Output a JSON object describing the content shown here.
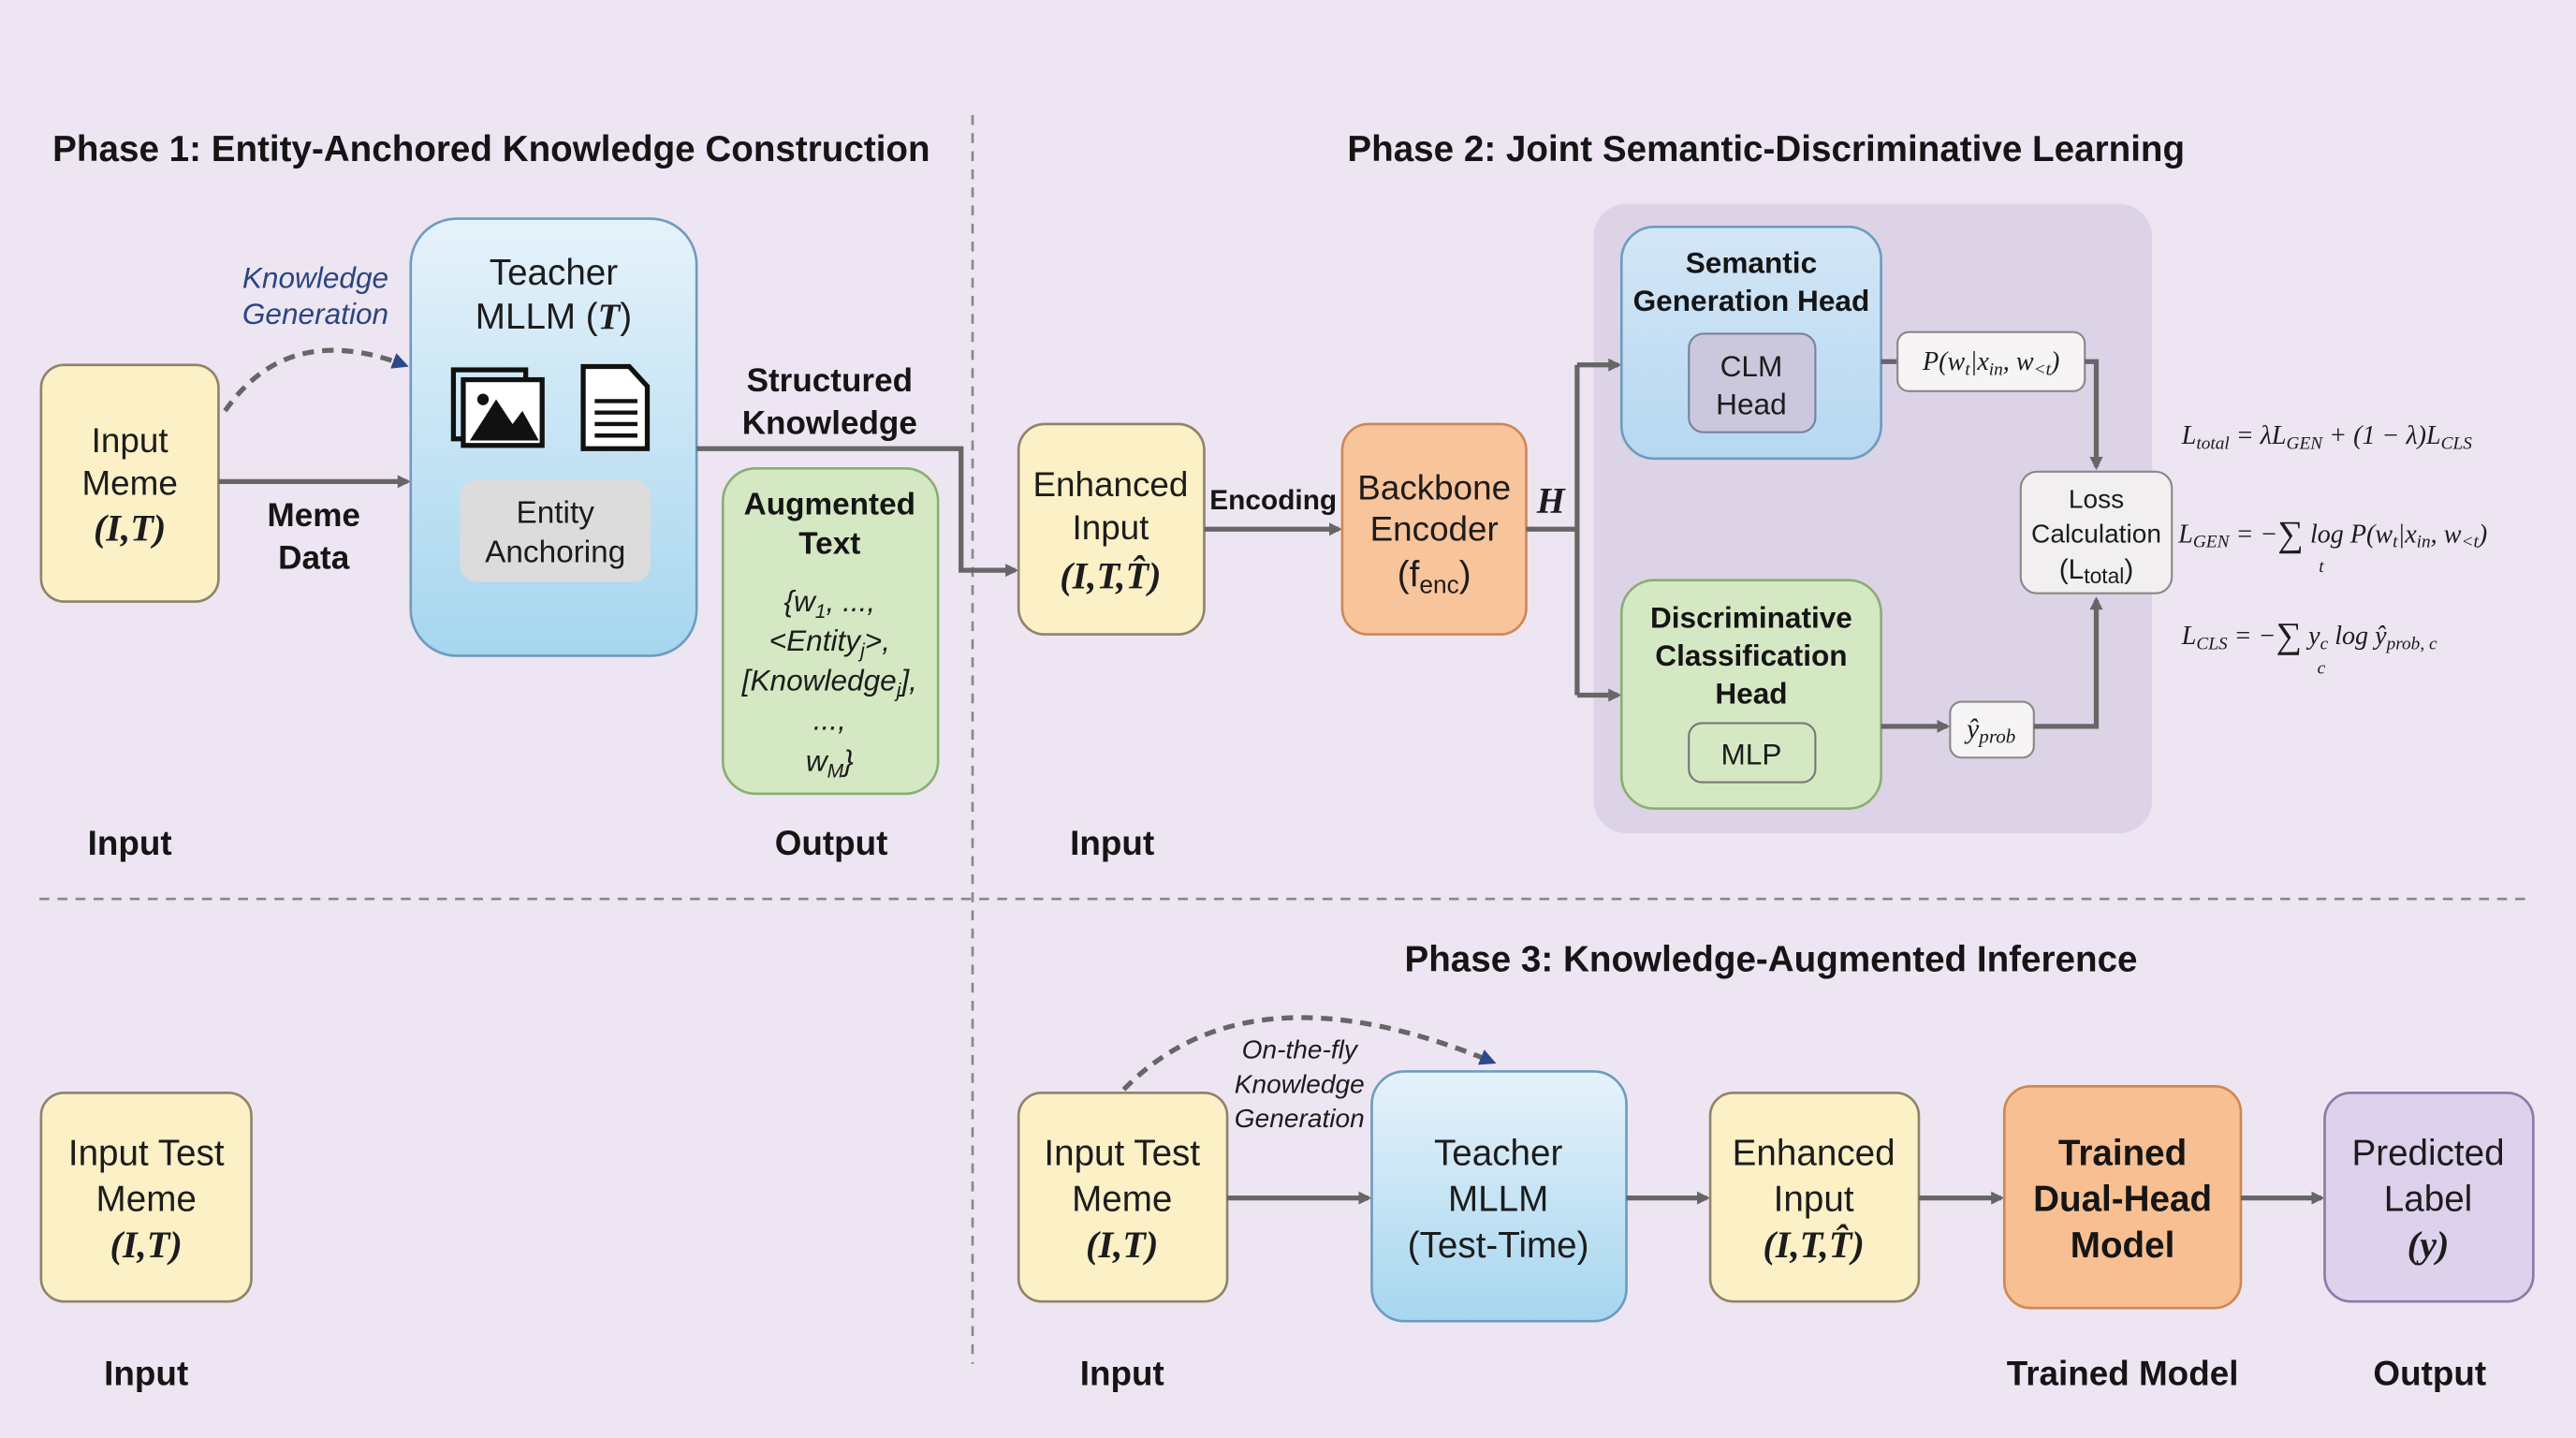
{
  "colors": {
    "background": "#ede5f1",
    "input_yellow": "#fbf0c6",
    "teacher_blue": "#b4dcf2",
    "output_green": "#d5e8c4",
    "encoder_orange": "#f8c49c",
    "label_purple": "#ddd1ec",
    "panel": "#dcd3e7",
    "dashed_arrow": "#2a4a8a"
  },
  "phase1": {
    "title": "Phase 1: Entity-Anchored Knowledge Construction",
    "input_box": {
      "l1": "Input",
      "l2": "Meme",
      "l3": "(I,T)"
    },
    "knowledge_gen": {
      "l1": "Knowledge",
      "l2": "Generation"
    },
    "meme_data": {
      "l1": "Meme",
      "l2": "Data"
    },
    "teacher": {
      "l1": "Teacher",
      "l2": "MLLM (",
      "l2m": "T",
      "l2e": ")",
      "icons": [
        "image-icon",
        "document-icon"
      ]
    },
    "entity_anchoring": {
      "l1": "Entity",
      "l2": "Anchoring"
    },
    "structured": {
      "l1": "Structured",
      "l2": "Knowledge"
    },
    "augmented": {
      "l1": "Augmented",
      "l2": "Text",
      "m1": "{w",
      "m1s": "1",
      "m1e": ", ...,",
      "m2": "<Entity",
      "m2s": "j",
      "m2e": ">,",
      "m3": "[Knowledge",
      "m3s": "j",
      "m3e": "],",
      "m4": "...,",
      "m5": "w",
      "m5s": "M",
      "m5e": "}"
    },
    "input_label": "Input",
    "output_label": "Output"
  },
  "phase2": {
    "title": "Phase 2: Joint Semantic-Discriminative Learning",
    "enhanced": {
      "l1": "Enhanced",
      "l2": "Input",
      "l3": "(I,T,T̂)"
    },
    "encoding": "Encoding",
    "backbone": {
      "l1": "Backbone",
      "l2": "Encoder",
      "l3": "(f",
      "l3s": "enc",
      "l3e": ")"
    },
    "h_label": "H",
    "semantic_head": {
      "l1": "Semantic",
      "l2": "Generation Head",
      "sub1": "CLM",
      "sub2": "Head"
    },
    "disc_head": {
      "l1": "Discriminative",
      "l2": "Classification",
      "l3": "Head",
      "sub": "MLP"
    },
    "p_box": {
      "a": "P(w",
      "as": "t",
      "b": "|x",
      "bs": "in",
      "c": ", w",
      "cs": "<t",
      "d": ")"
    },
    "yprob": {
      "a": "ŷ",
      "as": "prob"
    },
    "loss": {
      "l1": "Loss",
      "l2": "Calculation",
      "l3": "(L",
      "l3s": "total",
      "l3e": ")"
    },
    "formulas": {
      "total": {
        "a": "L",
        "as": "total",
        "b": " = λL",
        "bs": "GEN",
        "c": " + (1 − λ)L",
        "cs": "CLS"
      },
      "gen": {
        "a": "L",
        "as": "GEN",
        "b": " = −",
        "sum": "∑",
        "sum_sub": "t",
        "c": " log P(w",
        "cs": "t",
        "d": "|x",
        "ds": "in",
        "e": ", w",
        "es": "<t",
        "f": ")"
      },
      "cls": {
        "a": "L",
        "as": "CLS",
        "b": " = −",
        "sum": "∑",
        "sum_sub": "c",
        "c": " y",
        "cs": "c",
        "d": " log ŷ",
        "ds": "prob, c"
      }
    },
    "input_label": "Input"
  },
  "phase3": {
    "title": "Phase 3: Knowledge-Augmented Inference",
    "left_input": {
      "l1": "Input Test",
      "l2": "Meme",
      "l3": "(I,T)",
      "label": "Input"
    },
    "input": {
      "l1": "Input Test",
      "l2": "Meme",
      "l3": "(I,T)",
      "label": "Input"
    },
    "on_the_fly": {
      "l1": "On-the-fly",
      "l2": "Knowledge",
      "l3": "Generation"
    },
    "teacher": {
      "l1": "Teacher",
      "l2": "MLLM",
      "l3": "(Test-Time)"
    },
    "enhanced": {
      "l1": "Enhanced",
      "l2": "Input",
      "l3": "(I,T,T̂)"
    },
    "trained": {
      "l1": "Trained",
      "l2": "Dual-Head",
      "l3": "Model",
      "label": "Trained Model"
    },
    "predicted": {
      "l1": "Predicted",
      "l2": "Label",
      "l3": "(y)",
      "label": "Output"
    }
  }
}
